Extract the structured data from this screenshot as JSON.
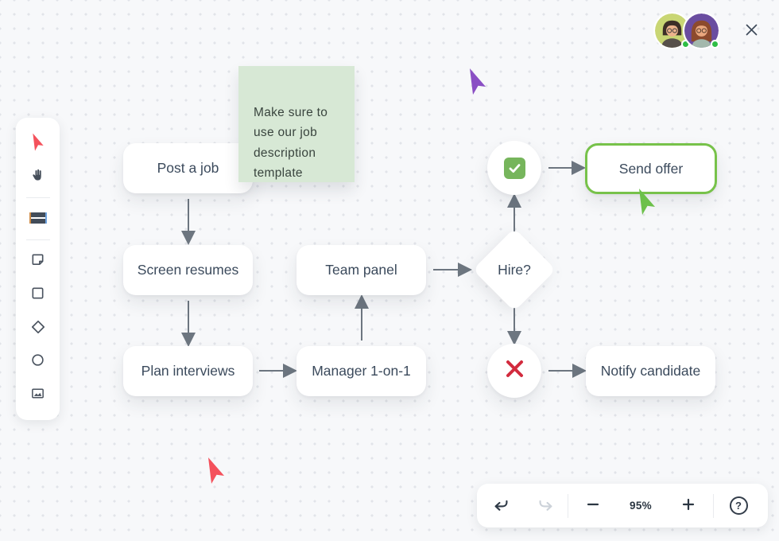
{
  "app": {
    "type": "collaborative-whiteboard"
  },
  "presence": {
    "avatars": [
      {
        "name": "collaborator-1",
        "bg": "#c9d674",
        "status": "online",
        "status_color": "#2fbe46"
      },
      {
        "name": "collaborator-2",
        "bg": "#6a4da0",
        "status": "online",
        "status_color": "#2fbe46"
      }
    ]
  },
  "left_toolbar": {
    "tools": [
      {
        "id": "select",
        "icon": "cursor-icon",
        "active": true,
        "color": "#f4515c"
      },
      {
        "id": "pan",
        "icon": "hand-icon",
        "active": false
      },
      {
        "id": "templates",
        "icon": "template-icon",
        "active": false
      },
      {
        "id": "sticky-note",
        "icon": "sticky-note-icon",
        "active": false
      },
      {
        "id": "rectangle",
        "icon": "square-icon",
        "active": false
      },
      {
        "id": "diamond",
        "icon": "diamond-icon",
        "active": false
      },
      {
        "id": "ellipse",
        "icon": "circle-icon",
        "active": false
      },
      {
        "id": "image",
        "icon": "image-icon",
        "active": false
      }
    ]
  },
  "sticky_note": {
    "text": "Make sure to\nuse our job\ndescription\ntemplate",
    "bg": "#d7e8d5"
  },
  "flowchart": {
    "nodes": [
      {
        "id": "post-a-job",
        "label": "Post a job",
        "shape": "rounded-rect"
      },
      {
        "id": "screen-resumes",
        "label": "Screen resumes",
        "shape": "rounded-rect"
      },
      {
        "id": "plan-interviews",
        "label": "Plan interviews",
        "shape": "rounded-rect"
      },
      {
        "id": "team-panel",
        "label": "Team panel",
        "shape": "rounded-rect"
      },
      {
        "id": "manager-1-on-1",
        "label": "Manager 1-on-1",
        "shape": "rounded-rect"
      },
      {
        "id": "hire-decision",
        "label": "Hire?",
        "shape": "diamond"
      },
      {
        "id": "approve",
        "label": "",
        "shape": "circle",
        "icon": "checkmark-icon",
        "icon_color": "#76b55c"
      },
      {
        "id": "reject",
        "label": "",
        "shape": "circle",
        "icon": "x-mark-icon",
        "icon_color": "#d22b3e"
      },
      {
        "id": "send-offer",
        "label": "Send offer",
        "shape": "rounded-rect",
        "selected": true,
        "selection_color": "#77c24a"
      },
      {
        "id": "notify-candidate",
        "label": "Notify candidate",
        "shape": "rounded-rect"
      }
    ],
    "connections": [
      {
        "from": "post-a-job",
        "to": "screen-resumes"
      },
      {
        "from": "screen-resumes",
        "to": "plan-interviews"
      },
      {
        "from": "plan-interviews",
        "to": "manager-1-on-1"
      },
      {
        "from": "manager-1-on-1",
        "to": "team-panel"
      },
      {
        "from": "team-panel",
        "to": "hire-decision"
      },
      {
        "from": "hire-decision",
        "to": "approve"
      },
      {
        "from": "hire-decision",
        "to": "reject"
      },
      {
        "from": "approve",
        "to": "send-offer"
      },
      {
        "from": "reject",
        "to": "notify-candidate"
      }
    ]
  },
  "live_cursors": [
    {
      "name": "remote-cursor-purple",
      "color": "#8a4fc4"
    },
    {
      "name": "remote-cursor-red",
      "color": "#f4515c"
    },
    {
      "name": "remote-cursor-green",
      "color": "#6cc04a"
    }
  ],
  "zoom_toolbar": {
    "zoom_level": "95%",
    "help_glyph": "?",
    "undo_enabled": true,
    "redo_enabled": false
  }
}
